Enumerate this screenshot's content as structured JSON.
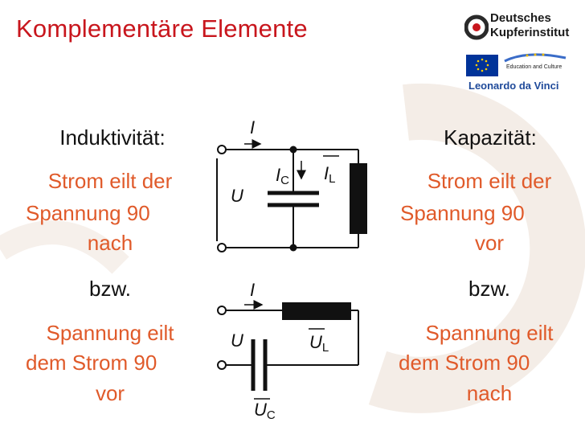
{
  "title": "Komplementäre Elemente",
  "logos": {
    "dki_line1": "Deutsches",
    "dki_line2": "Kupferinstitut",
    "edu_text": "Education and Culture",
    "leonardo": "Leonardo da Vinci"
  },
  "left_column": {
    "heading": "Induktivität:",
    "text1_line1": "Strom eilt der",
    "text1_line2": "Spannung 90",
    "text1_line3": "nach",
    "bzw": "bzw.",
    "text2_line1": "Spannung eilt",
    "text2_line2": "dem Strom 90",
    "text2_line3": "vor"
  },
  "right_column": {
    "heading": "Kapazität:",
    "text1_line1": "Strom eilt der",
    "text1_line2": "Spannung 90",
    "text1_line3": "vor",
    "bzw": "bzw.",
    "text2_line1": "Spannung eilt",
    "text2_line2": "dem Strom 90",
    "text2_line3": "nach"
  },
  "circuit_parallel": {
    "label_I": "I",
    "label_U": "U",
    "label_IC": "I",
    "label_IC_sub": "C",
    "label_IL": "I",
    "label_IL_sub": "L"
  },
  "circuit_series": {
    "label_I": "I",
    "label_U": "U",
    "label_UL": "U",
    "label_UL_sub": "L",
    "label_UC": "U",
    "label_UC_sub": "C"
  },
  "colors": {
    "title": "#c8161d",
    "red_text": "#e05a2a",
    "black_text": "#111111",
    "watermark": "#f3ece6"
  }
}
